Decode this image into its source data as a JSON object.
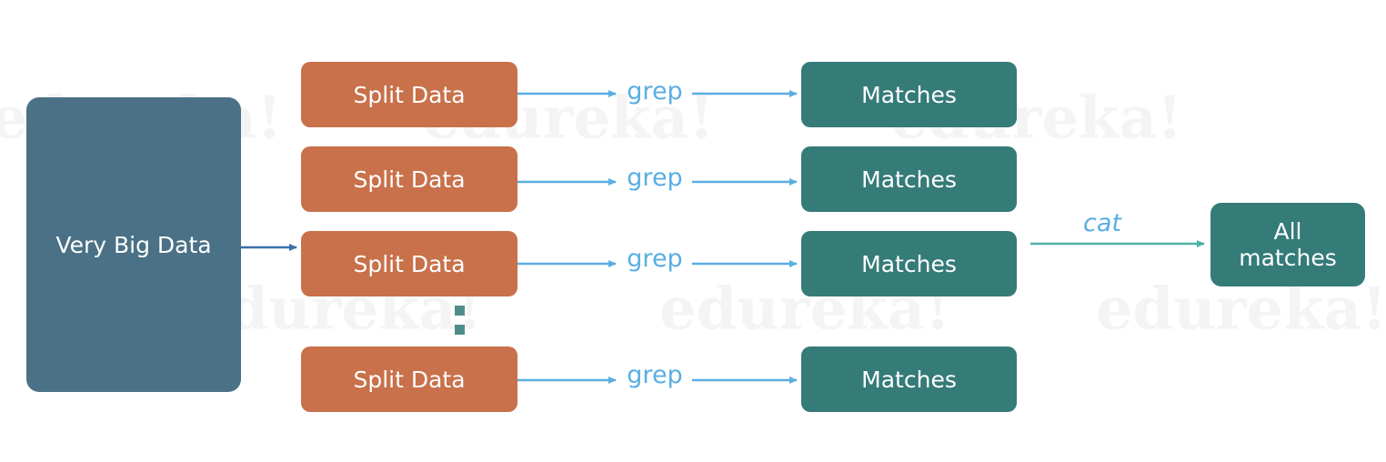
{
  "source": {
    "label": "Very Big Data"
  },
  "rows": [
    {
      "split": "Split Data",
      "op": "grep",
      "result": "Matches"
    },
    {
      "split": "Split Data",
      "op": "grep",
      "result": "Matches"
    },
    {
      "split": "Split Data",
      "op": "grep",
      "result": "Matches"
    },
    {
      "split": "Split Data",
      "op": "grep",
      "result": "Matches"
    }
  ],
  "combine": {
    "op": "cat",
    "result": "All matches"
  },
  "watermark": "edureka!",
  "colors": {
    "source": "#4a7186",
    "split": "#c8714a",
    "match": "#357b78",
    "arrow_blue": "#5aaee2",
    "arrow_teal": "#4fb0a6",
    "arrow_source": "#3a6fa8"
  }
}
